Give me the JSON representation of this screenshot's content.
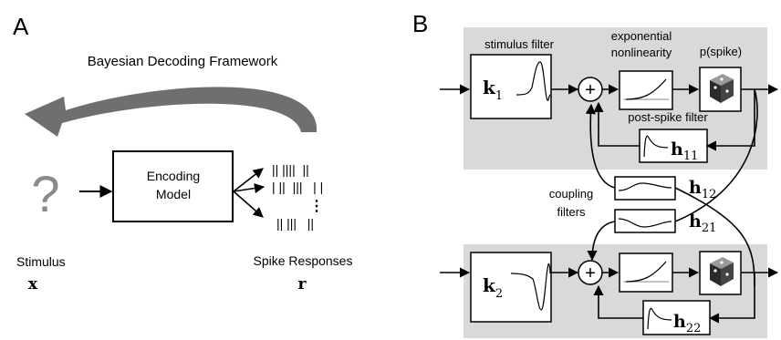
{
  "panel_a": {
    "letter": "A",
    "framework_title": "Bayesian Decoding Framework",
    "unknown_symbol": "?",
    "encoding_model_line1": "Encoding",
    "encoding_model_line2": "Model",
    "spike_rows": [
      "|| ||||  ||",
      "| ||  |||   | |",
      "|| |||   ||"
    ],
    "vertical_dots": "⋮",
    "stimulus_label": "Stimulus",
    "stimulus_symbol": "x",
    "responses_label": "Spike Responses",
    "responses_symbol": "r"
  },
  "panel_b": {
    "letter": "B",
    "stimulus_filter_label": "stimulus filter",
    "nonlinearity_label_line1": "exponential",
    "nonlinearity_label_line2": "nonlinearity",
    "pspike_label": "p(spike)",
    "post_spike_label": "post-spike filter",
    "coupling_label_line1": "coupling",
    "coupling_label_line2": "filters",
    "sum_symbol": "+",
    "filters": {
      "k1": {
        "base": "k",
        "sub": "1"
      },
      "k2": {
        "base": "k",
        "sub": "2"
      },
      "h11": {
        "base": "h",
        "sub": "11"
      },
      "h12": {
        "base": "h",
        "sub": "12"
      },
      "h21": {
        "base": "h",
        "sub": "21"
      },
      "h22": {
        "base": "h",
        "sub": "22"
      }
    },
    "colors": {
      "neuron_panel": "#d9d9d9",
      "decoding_arrow": "#6f6f6f",
      "line": "#000000",
      "box_fill": "#ffffff"
    }
  }
}
